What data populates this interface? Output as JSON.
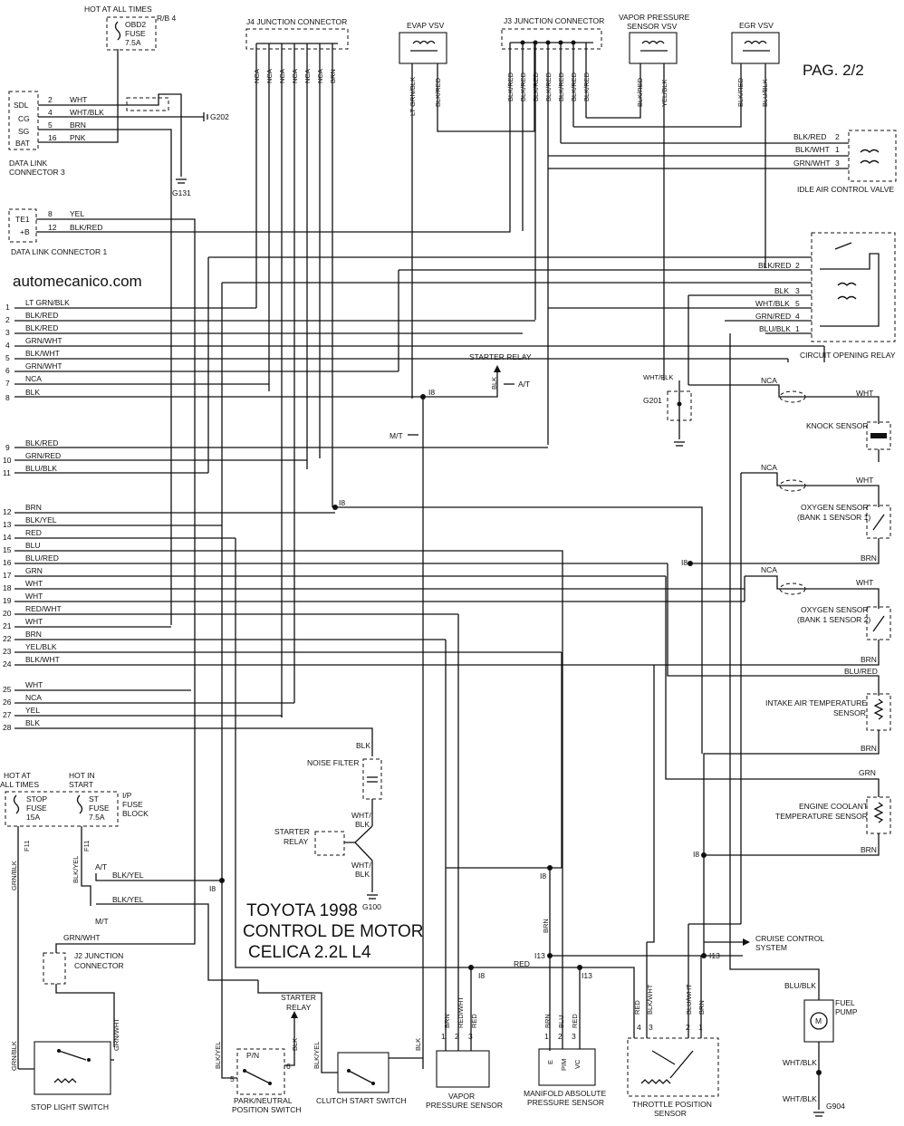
{
  "page": {
    "pag": "PAG. 2/2",
    "site": "automecanico.com",
    "title_lines": [
      "TOYOTA 1998",
      "CONTROL DE MOTOR",
      "CELICA 2.2L L4"
    ]
  },
  "top_fuse": {
    "header": "HOT AT ALL TIMES",
    "block": "R/B 4",
    "fuse_lines": [
      "OBD2",
      "FUSE",
      "7.5A"
    ]
  },
  "connectors": {
    "j4": {
      "title": "J4 JUNCTION CONNECTOR",
      "pins": [
        "NCA",
        "NCA",
        "NCA",
        "NCA",
        "NCA",
        "NCA",
        "BRN"
      ]
    },
    "j3": {
      "title": "J3 JUNCTION CONNECTOR",
      "pins": [
        "BLK/RED",
        "BLK/RED",
        "BLK/RED",
        "BLK/RED",
        "BLK/RED",
        "BLK/RED",
        "BLK/RED"
      ]
    },
    "evap_vsv": {
      "title": "EVAP VSV",
      "wires": [
        "LT GRN/BLK",
        "BLK/RED"
      ]
    },
    "vapor_vsv": {
      "title_lines": [
        "VAPOR PRESSURE",
        "SENSOR VSV"
      ],
      "wires": [
        "BLK/RED",
        "YEL/BLK"
      ]
    },
    "egr_vsv": {
      "title": "EGR VSV",
      "wires": [
        "BLK/RED",
        "BLU/BLK"
      ]
    }
  },
  "dlc3": {
    "label_lines": [
      "DATA LINK",
      "CONNECTOR 3"
    ],
    "pins": [
      {
        "name": "SDL",
        "num": "2",
        "color": "WHT"
      },
      {
        "name": "CG",
        "num": "4",
        "color": "WHT/BLK"
      },
      {
        "name": "SG",
        "num": "5",
        "color": "BRN"
      },
      {
        "name": "BAT",
        "num": "16",
        "color": "PNK"
      }
    ],
    "grounds": [
      "G202",
      "G131"
    ]
  },
  "dlc1": {
    "label": "DATA LINK CONNECTOR 1",
    "pins": [
      {
        "name": "TE1",
        "num": "8",
        "color": "YEL"
      },
      {
        "name": "+B",
        "num": "12",
        "color": "BLK/RED"
      }
    ]
  },
  "harness": [
    {
      "num": "1",
      "color": "LT GRN/BLK"
    },
    {
      "num": "2",
      "color": "BLK/RED"
    },
    {
      "num": "3",
      "color": "BLK/RED"
    },
    {
      "num": "4",
      "color": "GRN/WHT"
    },
    {
      "num": "5",
      "color": "BLK/WHT"
    },
    {
      "num": "6",
      "color": "GRN/WHT"
    },
    {
      "num": "7",
      "color": "NCA"
    },
    {
      "num": "8",
      "color": "BLK"
    },
    {
      "num": "9",
      "color": "BLK/RED"
    },
    {
      "num": "10",
      "color": "GRN/RED"
    },
    {
      "num": "11",
      "color": "BLU/BLK"
    },
    {
      "num": "12",
      "color": "BRN"
    },
    {
      "num": "13",
      "color": "BLK/YEL"
    },
    {
      "num": "14",
      "color": "RED"
    },
    {
      "num": "15",
      "color": "BLU"
    },
    {
      "num": "16",
      "color": "BLU/RED"
    },
    {
      "num": "17",
      "color": "GRN"
    },
    {
      "num": "18",
      "color": "WHT"
    },
    {
      "num": "19",
      "color": "WHT"
    },
    {
      "num": "20",
      "color": "RED/WHT"
    },
    {
      "num": "21",
      "color": "WHT"
    },
    {
      "num": "22",
      "color": "BRN"
    },
    {
      "num": "23",
      "color": "YEL/BLK"
    },
    {
      "num": "24",
      "color": "BLK/WHT"
    },
    {
      "num": "25",
      "color": "WHT"
    },
    {
      "num": "26",
      "color": "NCA"
    },
    {
      "num": "27",
      "color": "YEL"
    },
    {
      "num": "28",
      "color": "BLK"
    }
  ],
  "iac": {
    "label": "IDLE AIR CONTROL VALVE",
    "pins": [
      {
        "color": "BLK/RED",
        "num": "2"
      },
      {
        "color": "BLK/WHT",
        "num": "1"
      },
      {
        "color": "GRN/WHT",
        "num": "3"
      }
    ]
  },
  "cor": {
    "label": "CIRCUIT OPENING RELAY",
    "pins": [
      {
        "color": "BLK/RED",
        "num": "2"
      },
      {
        "color": "BLK",
        "num": "3"
      },
      {
        "color": "WHT/BLK",
        "num": "5"
      },
      {
        "color": "GRN/RED",
        "num": "4"
      },
      {
        "color": "BLU/BLK",
        "num": "1"
      }
    ]
  },
  "starter_relay_top": {
    "label": "STARTER RELAY",
    "wire": "BLK",
    "at": "A/T",
    "mt": "M/T",
    "splice": "I8"
  },
  "g201": {
    "label": "G201",
    "wire": "WHT/BLK"
  },
  "knock": {
    "label": "KNOCK SENSOR",
    "nca": "NCA",
    "wht": "WHT"
  },
  "o2_s1": {
    "label_lines": [
      "OXYGEN SENSOR",
      "(BANK 1 SENSOR 1)"
    ],
    "nca": "NCA",
    "wht": "WHT",
    "brn": "BRN"
  },
  "o2_s2": {
    "label_lines": [
      "OXYGEN SENSOR",
      "(BANK 1 SENSOR 2)"
    ],
    "nca": "NCA",
    "wht": "WHT",
    "brn": "BRN"
  },
  "iat": {
    "label_lines": [
      "INTAKE AIR TEMPERATURE",
      "SENSOR"
    ],
    "top": "BLU/RED",
    "bottom": "BRN"
  },
  "ect": {
    "label_lines": [
      "ENGINE COOLANT",
      "TEMPERATURE SENSOR"
    ],
    "top": "GRN",
    "bottom": "BRN"
  },
  "splices": {
    "i8": "I8",
    "i13": "I13"
  },
  "noise_filter": {
    "label": "NOISE FILTER",
    "blk": "BLK",
    "whtblk": [
      "WHT/",
      "BLK"
    ],
    "ground": "G100",
    "relay": [
      "STARTER",
      "RELAY"
    ]
  },
  "fuses_bottom": {
    "left_header": [
      "HOT AT",
      "ALL TIMES"
    ],
    "right_header": [
      "HOT IN",
      "START"
    ],
    "stop_fuse": [
      "STOP",
      "FUSE",
      "15A"
    ],
    "st_fuse": [
      "ST",
      "FUSE",
      "7.5A"
    ],
    "block": [
      "I/P",
      "FUSE",
      "BLOCK"
    ],
    "f11": "F11",
    "grnblk": "GRN/BLK",
    "blkyel": "BLK/YEL",
    "at": "A/T",
    "mt": "M/T",
    "at_wire": "BLK/YEL",
    "mt_wire": "BLK/YEL"
  },
  "j2": {
    "label_lines": [
      "J2 JUNCTION",
      "CONNECTOR"
    ],
    "wire": "GRN/WHT"
  },
  "stop_light": {
    "label": "STOP LIGHT SWITCH",
    "left": "GRN/BLK",
    "right": "GRN/WHT"
  },
  "park_neutral": {
    "label_lines": [
      "PARK/NEUTRAL",
      "POSITION SWITCH"
    ],
    "pn": "P/N",
    "pin5": "5",
    "pin6": "6",
    "left": "BLK/YEL",
    "right": "BLK"
  },
  "starter_relay_bottom": {
    "label_lines": [
      "STARTER",
      "RELAY"
    ]
  },
  "clutch": {
    "label": "CLUTCH START SWITCH",
    "left": "BLK/YEL",
    "right": "BLK"
  },
  "vapor_sensor": {
    "label_lines": [
      "VAPOR",
      "PRESSURE SENSOR"
    ],
    "pins": [
      {
        "n": "1",
        "c": "BRN"
      },
      {
        "n": "2",
        "c": "RED/WHT"
      },
      {
        "n": "3",
        "c": "RED"
      }
    ]
  },
  "map_sensor": {
    "label_lines": [
      "MANIFOLD ABSOLUTE",
      "PRESSURE SENSOR"
    ],
    "pins": [
      {
        "n": "1",
        "c": "BRN"
      },
      {
        "n": "2",
        "c": "BLU"
      },
      {
        "n": "3",
        "c": "RED"
      }
    ],
    "terms": [
      "E",
      "PIM",
      "VC"
    ]
  },
  "tps": {
    "label_lines": [
      "THROTTLE POSITION",
      "SENSOR"
    ],
    "pins": [
      {
        "n": "4",
        "c": "RED"
      },
      {
        "n": "3",
        "c": "BLK/WHT"
      },
      {
        "n": "2",
        "c": "BLU/WHT"
      },
      {
        "n": "1",
        "c": "BRN"
      }
    ]
  },
  "cruise": {
    "label_lines": [
      "CRUISE CONTROL",
      "SYSTEM"
    ]
  },
  "fuel_pump": {
    "label_lines": [
      "FUEL",
      "PUMP"
    ],
    "top": "BLU/BLK",
    "bottom": "WHT/BLK",
    "ground": "G904",
    "motor": "M"
  },
  "misc": {
    "red": "RED",
    "brn": "BRN"
  }
}
